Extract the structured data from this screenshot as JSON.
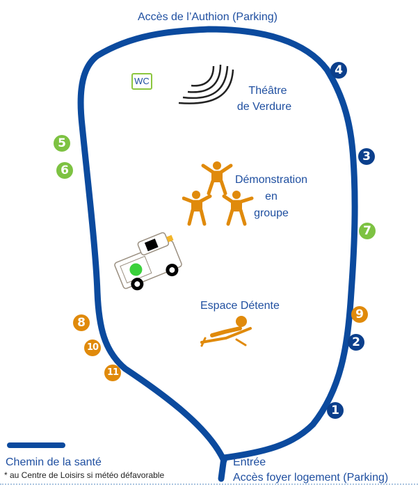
{
  "title_top": "Accès de l’Authion (Parking)",
  "colors": {
    "path": "#0b4a9e",
    "label": "#1f4fa0",
    "blue_badge": "#0b3f8c",
    "green_badge": "#7dc242",
    "orange_badge": "#e08a0b",
    "wc_border": "#8cc63f"
  },
  "places": {
    "wc": "WC",
    "theatre_line1": "Théâtre",
    "theatre_line2": "de Verdure",
    "demo_line1": "Démonstration",
    "demo_line2": "en",
    "demo_line3": "groupe",
    "relax": "Espace Détente"
  },
  "icons": {
    "theatre": "sound-waves-icon",
    "demo": "human-pyramid-icon",
    "van": "van-icon",
    "relax": "deckchair-icon"
  },
  "markers": [
    {
      "n": "1",
      "color": "blue"
    },
    {
      "n": "2",
      "color": "blue"
    },
    {
      "n": "3",
      "color": "blue"
    },
    {
      "n": "4",
      "color": "blue"
    },
    {
      "n": "5",
      "color": "green"
    },
    {
      "n": "6",
      "color": "green"
    },
    {
      "n": "7",
      "color": "green"
    },
    {
      "n": "8",
      "color": "orange"
    },
    {
      "n": "9",
      "color": "orange"
    },
    {
      "n": "10",
      "color": "orange"
    },
    {
      "n": "11",
      "color": "orange"
    }
  ],
  "bottom": {
    "entry": "Entrée",
    "access": "Accès foyer logement (Parking)"
  },
  "legend": {
    "path_label": "Chemin de la santé",
    "note": "* au Centre de Loisirs si météo défavorable"
  }
}
